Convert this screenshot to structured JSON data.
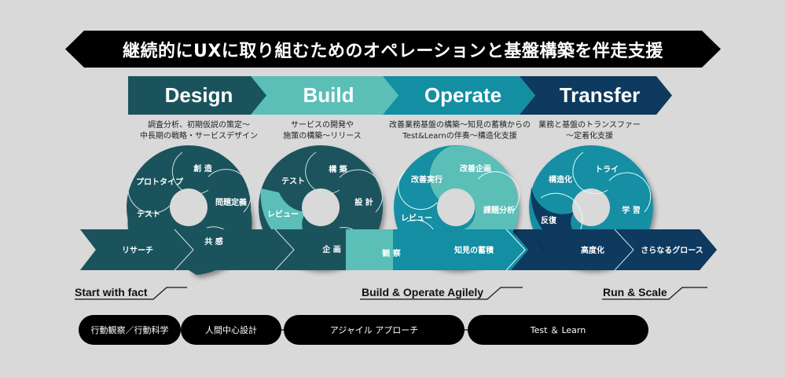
{
  "banner": {
    "title": "継続的にUXに取り組むためのオペレーションと基盤構築を伴走支援"
  },
  "colors": {
    "background": "#d9d9d9",
    "design": "#1b535c",
    "build_light": "#5bbfb8",
    "operate": "#138ea3",
    "transfer": "#0d3a5e",
    "banner": "#000000"
  },
  "phases": [
    {
      "label": "Design",
      "description_line1": "調査分析、初期仮説の策定〜",
      "description_line2": "中長期の戦略・サービスデザイン"
    },
    {
      "label": "Build",
      "description_line1": "サービスの開発や",
      "description_line2": "施策の構築〜リリース"
    },
    {
      "label": "Operate",
      "description_line1": "改善業務基盤の構築〜知見の蓄積からの",
      "description_line2": "Test&Learnの伴奏〜構造化支援"
    },
    {
      "label": "Transfer",
      "description_line1": "業務と基盤のトランスファー",
      "description_line2": "〜定着化支援"
    }
  ],
  "cycles": {
    "design": [
      "創 造",
      "プロトタイプ",
      "問題定義",
      "テスト",
      "共 感"
    ],
    "build": [
      "構 築",
      "テスト",
      "設 計",
      "レビュー",
      "企 画"
    ],
    "operate": [
      "改善企画",
      "改善実行",
      "課題分析",
      "レビュー"
    ],
    "transfer": [
      "トライ",
      "構造化",
      "学 習",
      "反復"
    ]
  },
  "flow_arrows": [
    "リサーチ",
    "観 察",
    "知見の蓄積",
    "高度化",
    "さらなるグロース"
  ],
  "stage_tags": [
    "Start with fact",
    "Build & Operate Agilely",
    "Run & Scale"
  ],
  "methods": [
    "行動観察／行動科学",
    "人間中心設計",
    "アジャイル アプローチ",
    "Test ＆ Learn"
  ]
}
